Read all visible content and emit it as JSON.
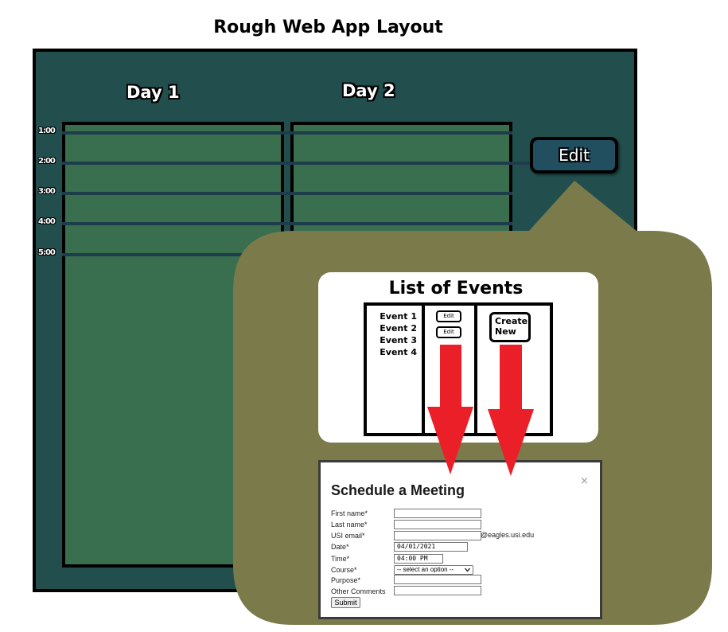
{
  "diagram_title": "Rough Web App Layout",
  "calendar": {
    "day_labels": [
      "Day 1",
      "Day 2"
    ],
    "time_labels": [
      "1:00",
      "2:00",
      "3:00",
      "4:00",
      "5:00"
    ],
    "edit_label": "Edit"
  },
  "events_panel": {
    "title": "List of Events",
    "events": [
      "Event 1",
      "Event 2",
      "Event 3",
      "Event 4"
    ],
    "edit_buttons": [
      "Edit",
      "Edit"
    ],
    "create_label_line1": "Create",
    "create_label_line2": "New"
  },
  "form": {
    "heading": "Schedule a Meeting",
    "close_symbol": "×",
    "fields": [
      {
        "label": "First name*",
        "value": ""
      },
      {
        "label": "Last name*",
        "value": ""
      },
      {
        "label": "USI email*",
        "value": ""
      },
      {
        "label": "Date*",
        "value": "04/01/2021"
      },
      {
        "label": "Time*",
        "value": "04:00 PM"
      },
      {
        "label": "Course*",
        "value": "-- select an option --"
      },
      {
        "label": "Purpose*",
        "value": ""
      },
      {
        "label": "Other Comments",
        "value": ""
      }
    ],
    "email_suffix": "@eagles.usi.edu",
    "submit_label": "Submit"
  },
  "colors": {
    "app_background": "#224f4d",
    "day_column": "#396e4f",
    "callout": "#7b7a4b",
    "arrow": "#ea1f28"
  },
  "icons": [
    "close-icon",
    "down-arrow-icon",
    "dropdown-chevron-icon"
  ]
}
